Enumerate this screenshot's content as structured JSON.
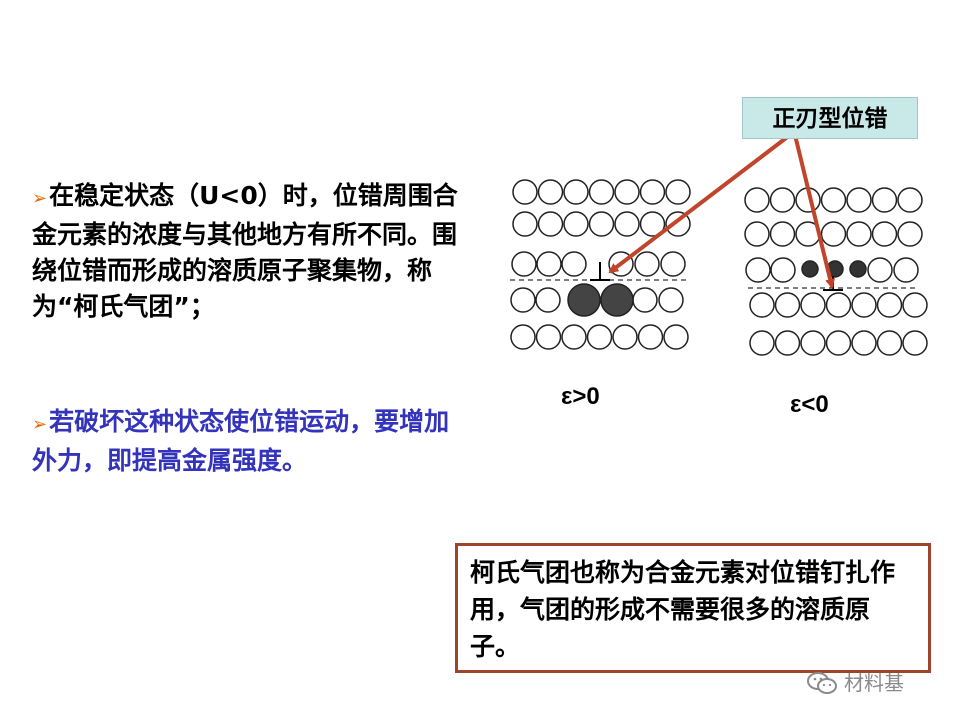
{
  "paragraph1": {
    "bullet": "➢",
    "text": "在稳定状态（U<0）时，位错周围合金元素的浓度与其他地方有所不同。围绕位错而形成的溶质原子聚集物，称为“柯氏气团”；"
  },
  "paragraph2": {
    "bullet": "➢",
    "text": "若破坏这种状态使位错运动，要增加外力，即提高金属强度。"
  },
  "callout_label": "正刃型位错",
  "left_diagram_label": "ε>0",
  "right_diagram_label": "ε<0",
  "note": "柯氏气团也称为合金元素对位错钉扎作用，气团的形成不需要很多的溶质原子。",
  "watermark": {
    "icon": "wechat-icon",
    "text": "材料基"
  },
  "colors": {
    "bullet": "#e36c09",
    "paragraph1_text": "#000000",
    "paragraph2_text": "#3333bb",
    "callout_fill": "#c9e8e8",
    "arrow": "#c0452a",
    "note_border": "#a0432b"
  }
}
